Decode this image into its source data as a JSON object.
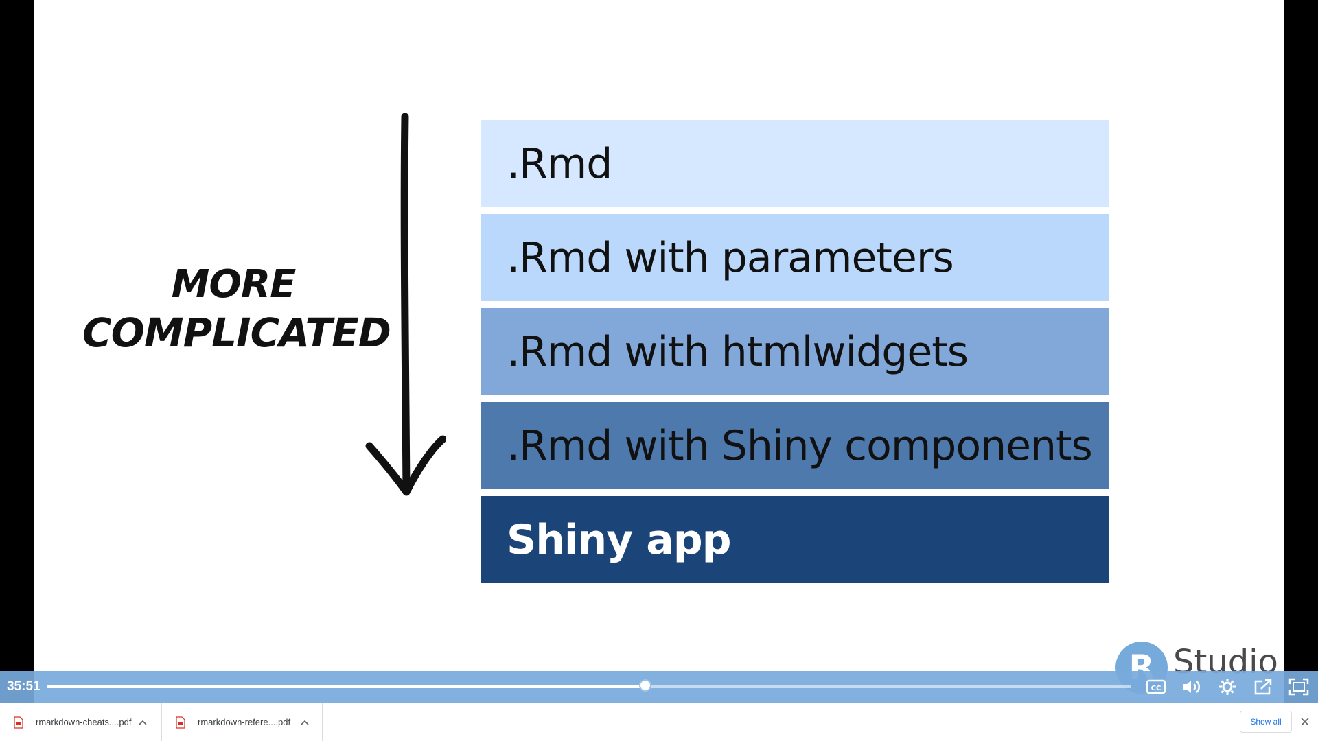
{
  "slide": {
    "label_line1": "MORE",
    "label_line2": "COMPLICATED",
    "layers": [
      {
        "text": ".Rmd",
        "color": "#d6e8ff"
      },
      {
        "text": ".Rmd with parameters",
        "color": "#b9d8fb"
      },
      {
        "text": ".Rmd with htmlwidgets",
        "color": "#81a8d9"
      },
      {
        "text": ".Rmd with Shiny components",
        "color": "#4e79ad"
      },
      {
        "text": "Shiny app",
        "color": "#1b4478"
      }
    ],
    "watermark": {
      "letter": "R",
      "text": "Studio"
    }
  },
  "player": {
    "time": "35:51",
    "progress": 0.552,
    "icons": [
      "cc-icon",
      "volume-icon",
      "settings-icon",
      "popout-icon",
      "fullscreen-icon"
    ]
  },
  "downloads": {
    "items": [
      {
        "name": "rmarkdown-cheats....pdf"
      },
      {
        "name": "rmarkdown-refere....pdf"
      }
    ],
    "show_all": "Show all"
  },
  "colors": {
    "accent": "#75aadb",
    "control_bar": "#78aadc",
    "link": "#1a73e8"
  }
}
